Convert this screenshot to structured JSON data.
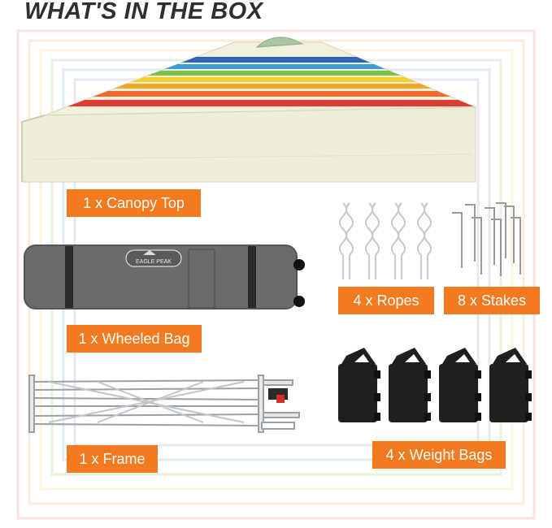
{
  "headline": "WHAT'S IN THE BOX",
  "items": {
    "canopy_top": "1 x Canopy Top",
    "ropes": "4 x Ropes",
    "stakes": "8 x Stakes",
    "wheeled_bag": "1 x Wheeled Bag",
    "frame": "1 x Frame",
    "weight_bags": "4 x Weight Bags"
  },
  "bag_brand": "EAGLE PEAK",
  "colors": {
    "label_bg": "#f47a1f",
    "label_text": "#ffffff",
    "canopy_fabric": "#f2f0dc",
    "bag_gray": "#6b6b6b"
  }
}
